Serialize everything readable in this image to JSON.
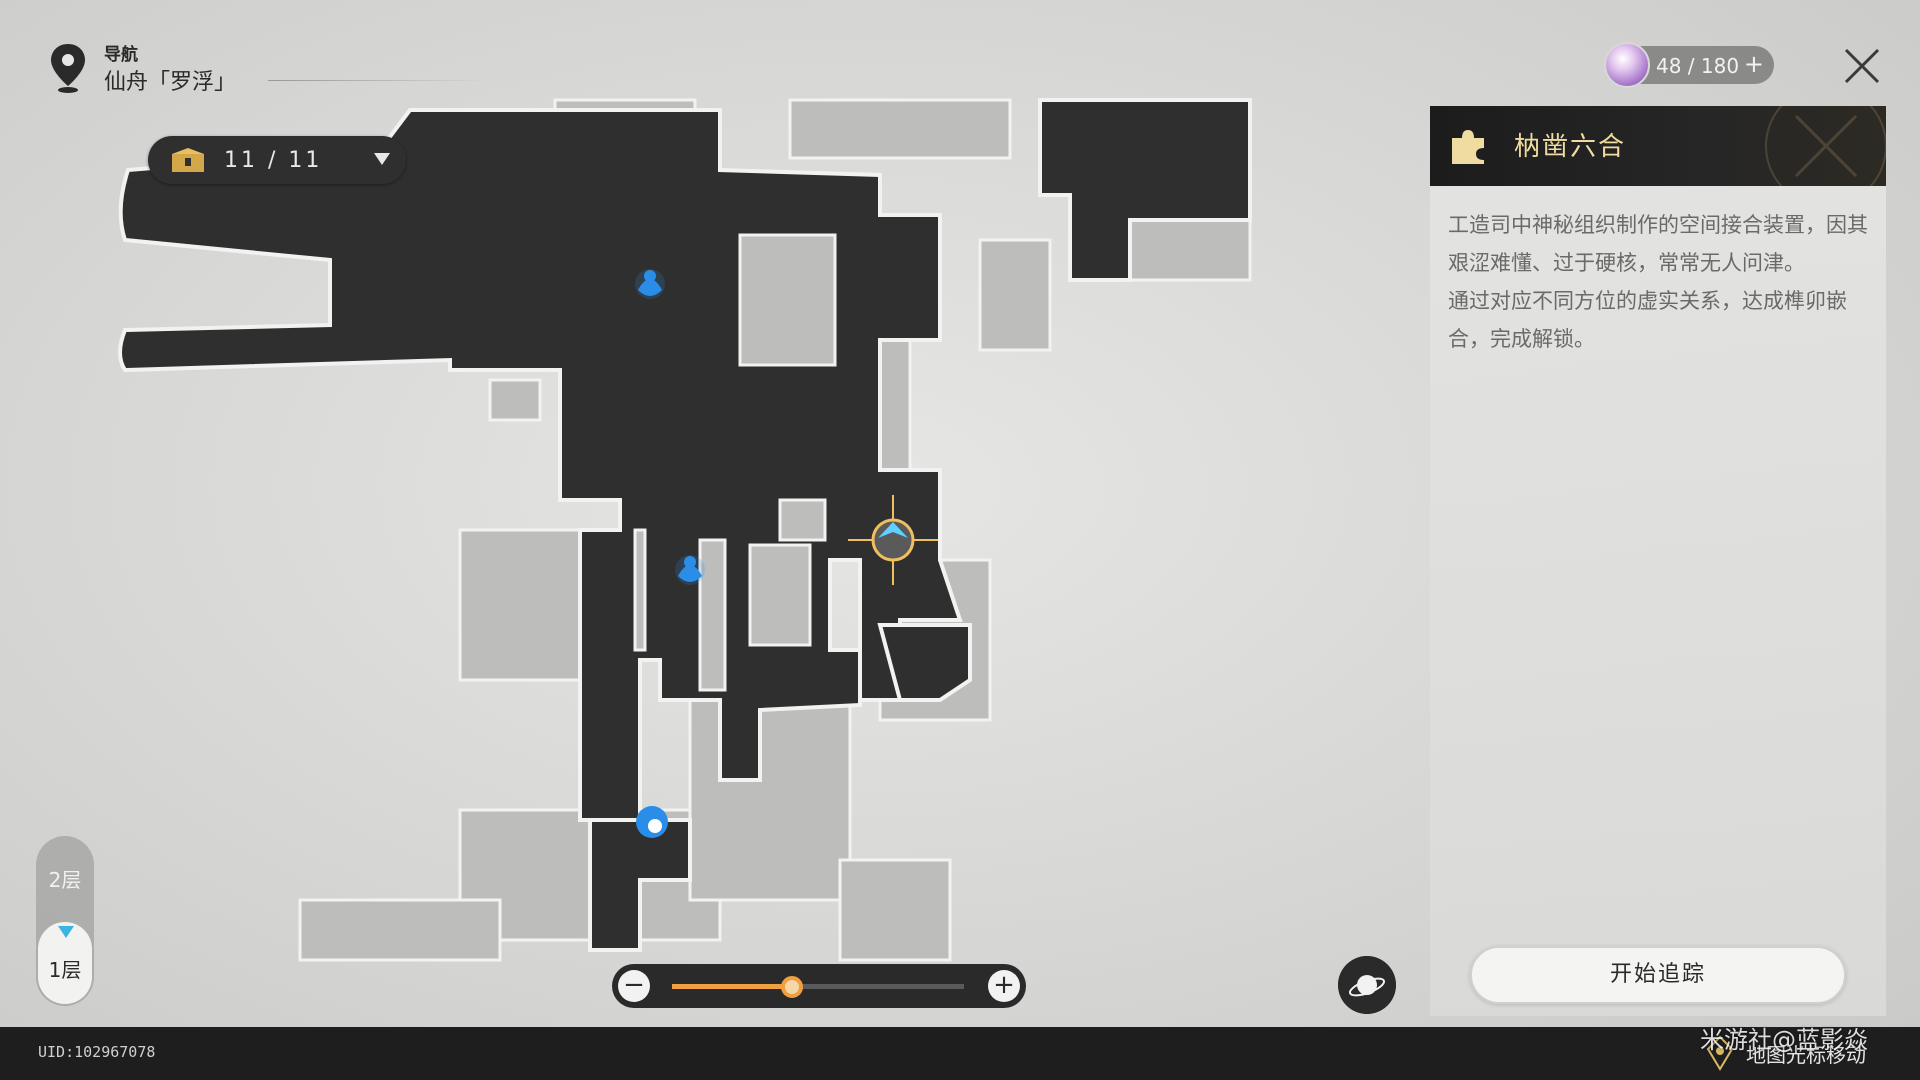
{
  "header": {
    "title": "导航",
    "region": "仙舟「罗浮」"
  },
  "chest": {
    "count": "11 / 11",
    "icon": "treasure-chest-icon"
  },
  "stamina": {
    "value": "48 / 180",
    "plus": "+"
  },
  "panel": {
    "title": "枘凿六合",
    "description": [
      "工造司中神秘组织制作的空间接合装置，因其艰涩难懂、过于硬核，常常无人问津。",
      "通过对应不同方位的虚实关系，达成榫卯嵌合，完成解锁。"
    ],
    "track_button": "开始追踪"
  },
  "floors": {
    "upper": "2层",
    "current": "1层"
  },
  "zoom": {
    "minus": "−",
    "plus": "+",
    "level": 0.41
  },
  "footer": {
    "uid": "UID:102967078",
    "move_hint": "地图光标移动",
    "watermark": "米游社@蓝影焱"
  },
  "colors": {
    "accent_blue": "#2a8ee8",
    "accent_orange": "#f0a040",
    "floor_dark": "#2f2f2f",
    "gold": "#f0dca0"
  },
  "markers": [
    "puzzle-marker",
    "puzzle-marker",
    "puzzle-marker",
    "player-marker"
  ]
}
